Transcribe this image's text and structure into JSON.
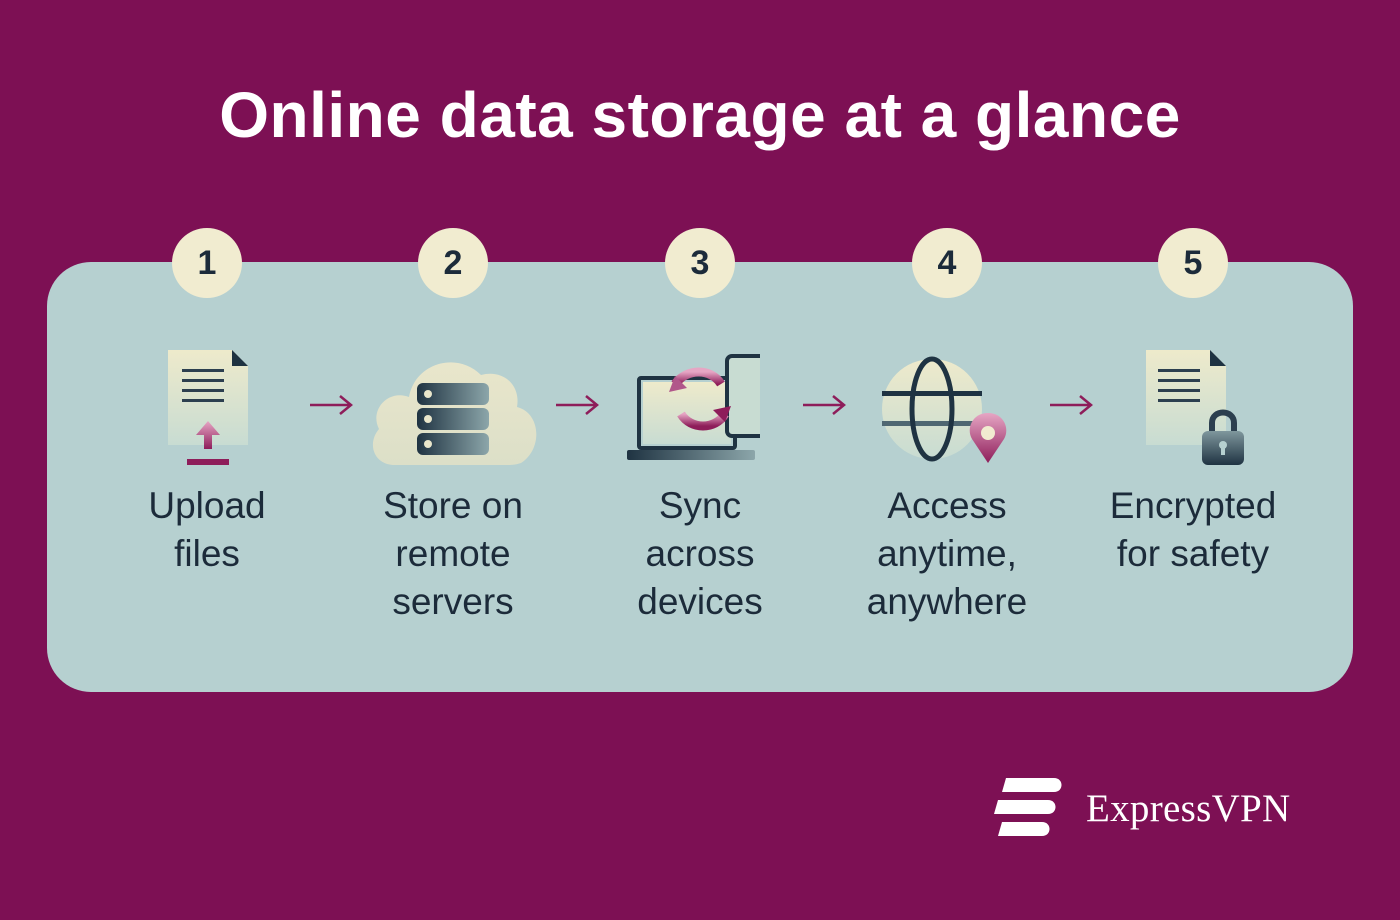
{
  "title": "Online data storage at a glance",
  "steps": [
    {
      "number": "1",
      "lines": [
        "Upload",
        "files"
      ]
    },
    {
      "number": "2",
      "lines": [
        "Store on",
        "remote",
        "servers"
      ]
    },
    {
      "number": "3",
      "lines": [
        "Sync",
        "across",
        "devices"
      ]
    },
    {
      "number": "4",
      "lines": [
        "Access",
        "anytime,",
        "anywhere"
      ]
    },
    {
      "number": "5",
      "lines": [
        "Encrypted",
        "for safety"
      ]
    }
  ],
  "brand": {
    "name": "ExpressVPN"
  },
  "colors": {
    "background": "#7d1054",
    "panel": "#b6d0d0",
    "badge": "#f1ecd0",
    "text_dark": "#1c2b3a",
    "accent": "#8e1d5a"
  }
}
